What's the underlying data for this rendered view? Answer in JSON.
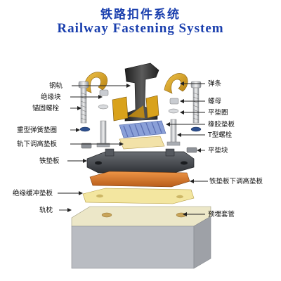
{
  "title": {
    "cn": "铁路扣件系统",
    "en": "Railway Fastening System"
  },
  "labels_left": [
    {
      "key": "rail",
      "text": "钢轨"
    },
    {
      "key": "insulator",
      "text": "绝缘块"
    },
    {
      "key": "anchor_bolt",
      "text": "锚固螺栓"
    },
    {
      "key": "heavy_spring_washer",
      "text": "重型弹簧垫圈"
    },
    {
      "key": "under_rail_adjust_pad",
      "text": "轨下调高垫板"
    },
    {
      "key": "base_plate",
      "text": "铁垫板"
    },
    {
      "key": "insulating_buffer_pad",
      "text": "绝缘缓冲垫板"
    },
    {
      "key": "sleeper",
      "text": "轨枕"
    }
  ],
  "labels_right": [
    {
      "key": "elastic_clip",
      "text": "弹条"
    },
    {
      "key": "nut",
      "text": "螺母"
    },
    {
      "key": "flat_washer",
      "text": "平垫圈"
    },
    {
      "key": "rubber_pad",
      "text": "橡胶垫板"
    },
    {
      "key": "t_bolt",
      "text": "T型螺栓"
    },
    {
      "key": "flat_pad_block",
      "text": "平垫块"
    },
    {
      "key": "plate_under_adjust_pad",
      "text": "铁垫板下调高垫板"
    },
    {
      "key": "embedded_sleeve",
      "text": "预埋套管"
    }
  ],
  "colors": {
    "title": "#1a3fae",
    "clip": "#d9a21b",
    "rail": "#3a3a3a",
    "rubber_pad": "#8aa0d8",
    "adjust_pad": "#f2e2a8",
    "base_plate": "#4a4d52",
    "plate_adjust_pad": "#d9782a",
    "buffer_pad": "#f3e6a0",
    "sleeper_top": "#ece7c8",
    "sleeper_side": "#b9bcc2"
  }
}
